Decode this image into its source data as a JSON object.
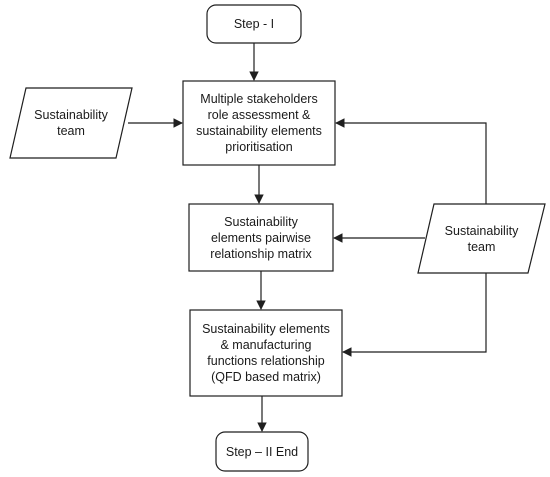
{
  "diagram": {
    "start": "Step - I",
    "input_left": "Sustainability\nteam",
    "step1": "Multiple stakeholders\nrole assessment &\nsustainability elements\nprioritisation",
    "step2": "Sustainability\nelements pairwise\nrelationship matrix",
    "step3": "Sustainability elements\n& manufacturing\nfunctions relationship\n(QFD based matrix)",
    "input_right": "Sustainability\nteam",
    "end": "Step – II End"
  },
  "colors": {
    "stroke": "#1f1f1f",
    "fill": "#ffffff",
    "text": "#1a1a1a"
  }
}
